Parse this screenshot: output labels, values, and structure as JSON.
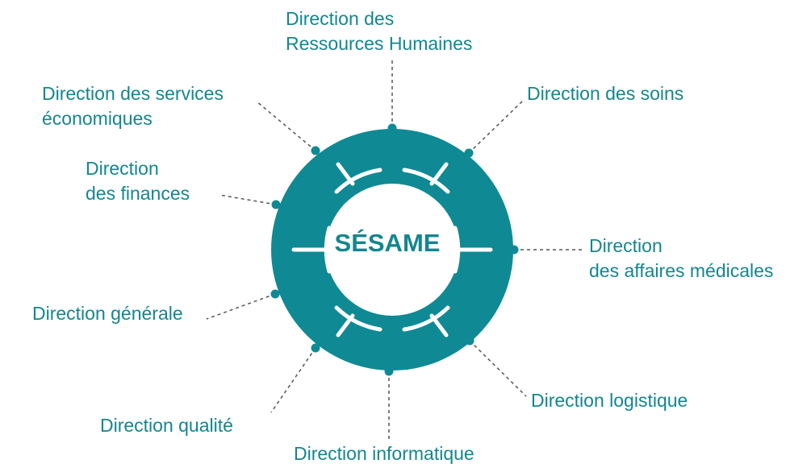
{
  "center": {
    "title": "SÉSAME"
  },
  "colors": {
    "teal": "#0f8a94",
    "connector": "#555555",
    "white": "#ffffff"
  },
  "departments": [
    {
      "id": "rh",
      "lines": [
        "Direction des",
        "Ressources Humaines"
      ]
    },
    {
      "id": "soins",
      "lines": [
        "Direction des soins"
      ]
    },
    {
      "id": "affaires-medicales",
      "lines": [
        "Direction",
        "des affaires médicales"
      ]
    },
    {
      "id": "logistique",
      "lines": [
        "Direction logistique"
      ]
    },
    {
      "id": "informatique",
      "lines": [
        "Direction informatique"
      ]
    },
    {
      "id": "qualite",
      "lines": [
        "Direction qualité"
      ]
    },
    {
      "id": "generale",
      "lines": [
        "Direction générale"
      ]
    },
    {
      "id": "finances",
      "lines": [
        "Direction",
        "des finances"
      ]
    },
    {
      "id": "services-economiques",
      "lines": [
        "Direction des services",
        "économiques"
      ]
    }
  ]
}
